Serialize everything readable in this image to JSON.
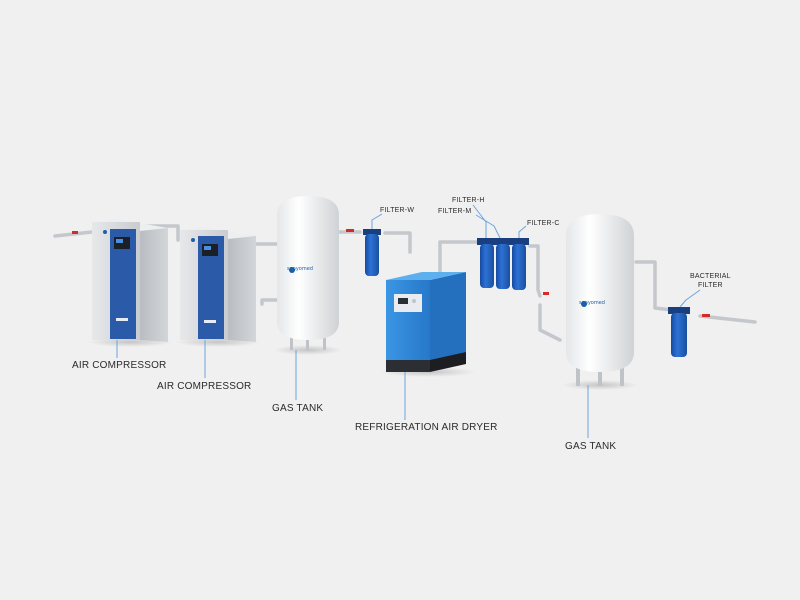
{
  "labels": {
    "air_compressor_1": "AIR COMPRESSOR",
    "air_compressor_2": "AIR COMPRESSOR",
    "gas_tank_1": "GAS TANK",
    "refrigeration_air_dryer": "REFRIGERATION AIR DRYER",
    "gas_tank_2": "GAS TANK",
    "filter_w": "FILTER-W",
    "filter_h": "FILTER-H",
    "filter_m": "FILTER-M",
    "filter_c": "FILTER-C",
    "bacterial_filter_line1": "BACTERIAL",
    "bacterial_filter_line2": "FILTER"
  },
  "brand_text": "sanyomed",
  "colors": {
    "background": "#f0f0f0",
    "cabinet_gray": "#d9dcdf",
    "cabinet_blue": "#2a5aa8",
    "filter_blue": "#1f5fc0",
    "dryer_blue": "#2a86d8",
    "pipe": "#c9cdd1",
    "valve_red": "#d42a2a",
    "leader_line": "#6aa6df"
  }
}
